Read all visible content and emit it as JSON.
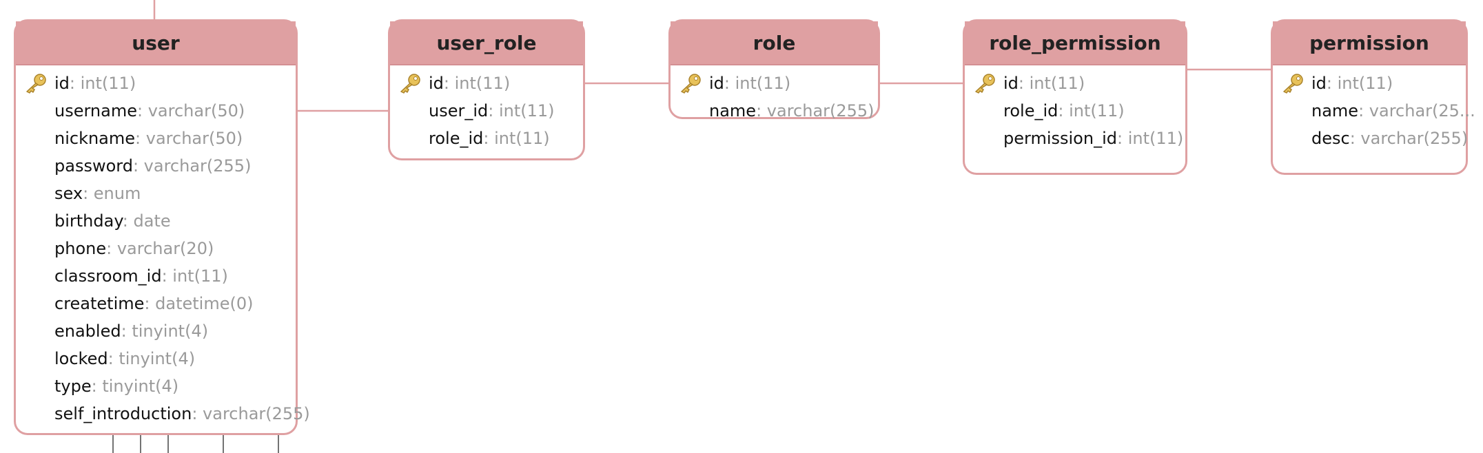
{
  "diagram": {
    "tables": [
      {
        "name": "user",
        "columns": [
          {
            "name": "id",
            "type": "int(11)",
            "primary_key": true
          },
          {
            "name": "username",
            "type": "varchar(50)"
          },
          {
            "name": "nickname",
            "type": "varchar(50)"
          },
          {
            "name": "password",
            "type": "varchar(255)"
          },
          {
            "name": "sex",
            "type": "enum"
          },
          {
            "name": "birthday",
            "type": "date"
          },
          {
            "name": "phone",
            "type": "varchar(20)"
          },
          {
            "name": "classroom_id",
            "type": "int(11)"
          },
          {
            "name": "createtime",
            "type": "datetime(0)"
          },
          {
            "name": "enabled",
            "type": "tinyint(4)"
          },
          {
            "name": "locked",
            "type": "tinyint(4)"
          },
          {
            "name": "type",
            "type": "tinyint(4)"
          },
          {
            "name": "self_introduction",
            "type": "varchar(255)"
          }
        ]
      },
      {
        "name": "user_role",
        "columns": [
          {
            "name": "id",
            "type": "int(11)",
            "primary_key": true
          },
          {
            "name": "user_id",
            "type": "int(11)"
          },
          {
            "name": "role_id",
            "type": "int(11)"
          }
        ]
      },
      {
        "name": "role",
        "columns": [
          {
            "name": "id",
            "type": "int(11)",
            "primary_key": true
          },
          {
            "name": "name",
            "type": "varchar(255)"
          }
        ]
      },
      {
        "name": "role_permission",
        "columns": [
          {
            "name": "id",
            "type": "int(11)",
            "primary_key": true
          },
          {
            "name": "role_id",
            "type": "int(11)"
          },
          {
            "name": "permission_id",
            "type": "int(11)"
          }
        ]
      },
      {
        "name": "permission",
        "columns": [
          {
            "name": "id",
            "type": "int(11)",
            "primary_key": true
          },
          {
            "name": "name",
            "type": "varchar(25..."
          },
          {
            "name": "desc",
            "type": "varchar(255)"
          }
        ]
      }
    ],
    "relations": [
      {
        "from": "user",
        "to": "user_role"
      },
      {
        "from": "user_role",
        "to": "role"
      },
      {
        "from": "role",
        "to": "role_permission"
      },
      {
        "from": "role_permission",
        "to": "permission"
      }
    ],
    "colors": {
      "header": "#dfa0a2",
      "border": "#dfa0a2",
      "link": "#dfa0a2",
      "field_name": "#111111",
      "field_type": "#9a9a9a",
      "key": "#e8c25a"
    },
    "icons": {
      "primary_key": "key-icon"
    }
  }
}
